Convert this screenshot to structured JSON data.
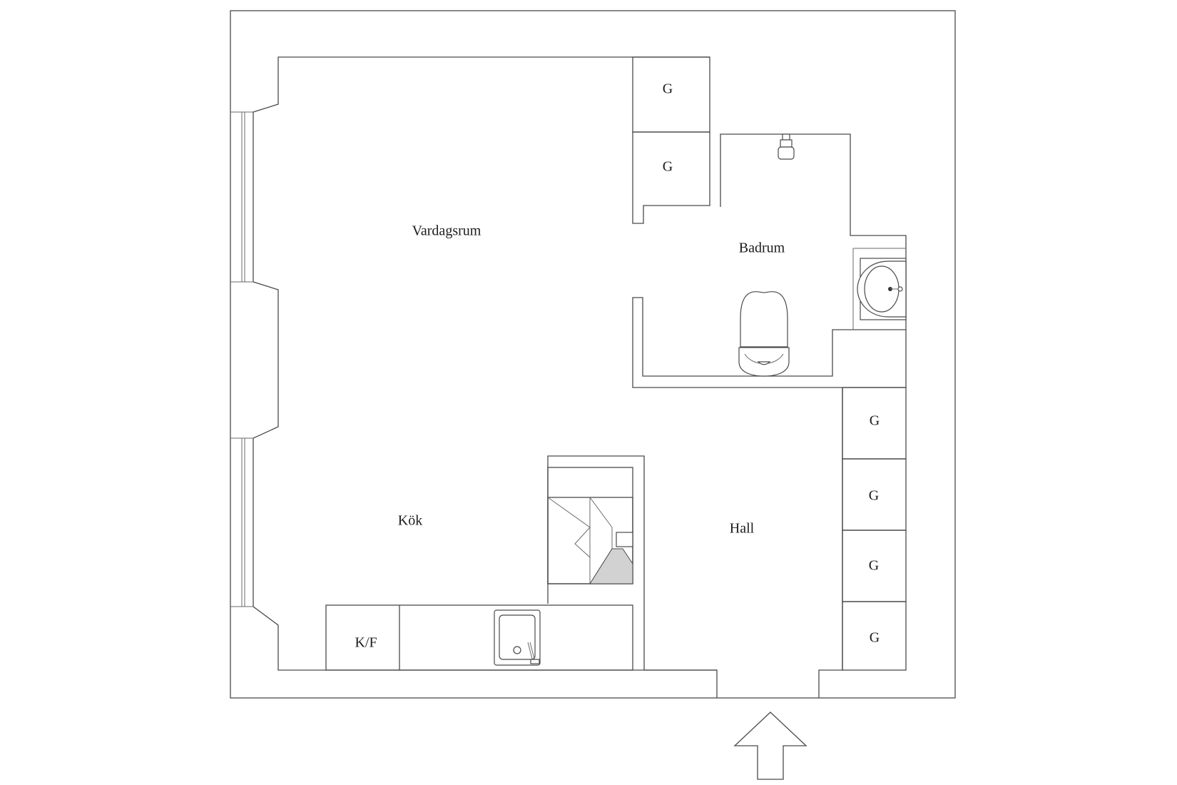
{
  "rooms": {
    "living": "Vardagsrum",
    "bath": "Badrum",
    "kitchen": "Kök",
    "hall": "Hall"
  },
  "fixtures": {
    "fridge_freezer": "K/F",
    "wardrobe": "G"
  },
  "icons": [
    "entrance-arrow-icon",
    "toilet-icon",
    "washbasin-icon",
    "sink-icon",
    "shower-icon",
    "stove-icon"
  ]
}
